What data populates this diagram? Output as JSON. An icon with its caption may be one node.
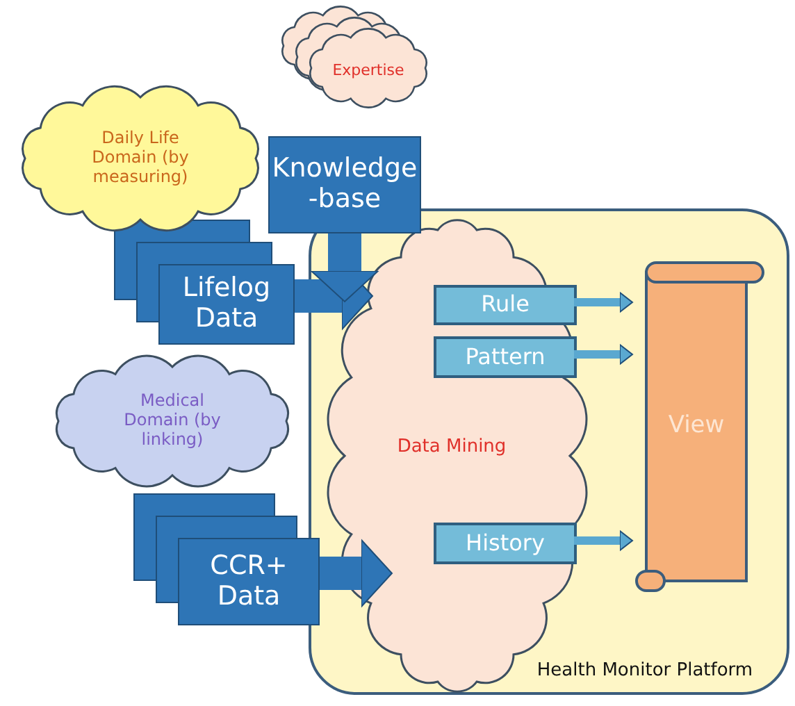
{
  "diagram": {
    "nodes": [
      {
        "text": [
          "Health Monitor Platform"
        ]
      },
      {
        "text": [
          "Data Mining"
        ],
        "in": 0
      },
      {
        "text": [
          "Expertise"
        ]
      },
      {
        "text": [
          "Knowledge -base"
        ]
      },
      {
        "text": [
          "Daily Life Domain (by measuring)"
        ]
      },
      {
        "text": [
          "Lifelog Data"
        ]
      },
      {
        "text": [
          "Medical Domain (by linking)"
        ]
      },
      {
        "text": [
          "CCR+ Data"
        ]
      },
      {
        "text": [
          "Rule"
        ],
        "in": 1
      },
      {
        "text": [
          "Pattern"
        ],
        "in": 1
      },
      {
        "text": [
          "History"
        ],
        "in": 1
      },
      {
        "text": [
          "View"
        ],
        "in": 0
      }
    ],
    "edges": [
      {
        "from": 5,
        "to": 1,
        "arrow": "to",
        "style": "thick"
      },
      {
        "from": 3,
        "to": 1,
        "arrow": "to",
        "style": "thick"
      },
      {
        "from": 7,
        "to": 1,
        "arrow": "to",
        "style": "thick"
      },
      {
        "from": 8,
        "to": 11,
        "arrow": "to"
      },
      {
        "from": 9,
        "to": 11,
        "arrow": "to"
      },
      {
        "from": 10,
        "to": 11,
        "arrow": "to"
      }
    ]
  }
}
